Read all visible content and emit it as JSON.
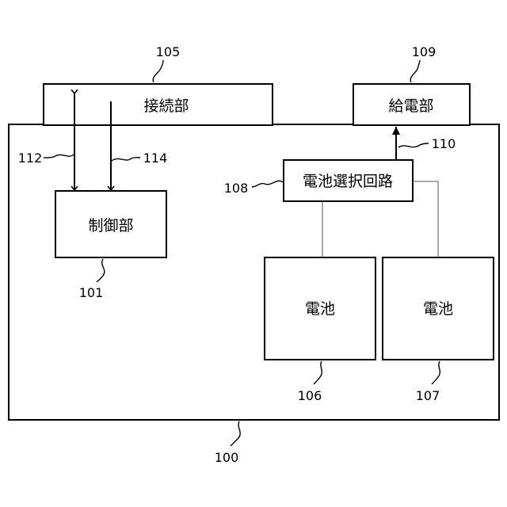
{
  "boxes": {
    "connection_unit": "接続部",
    "power_feed_unit": "給電部",
    "control_unit": "制御部",
    "battery_selection_circuit": "電池選択回路",
    "battery_1": "電池",
    "battery_2": "電池"
  },
  "refs": {
    "r100": "100",
    "r101": "101",
    "r105": "105",
    "r106": "106",
    "r107": "107",
    "r108": "108",
    "r109": "109",
    "r110": "110",
    "r112": "112",
    "r114": "114"
  }
}
